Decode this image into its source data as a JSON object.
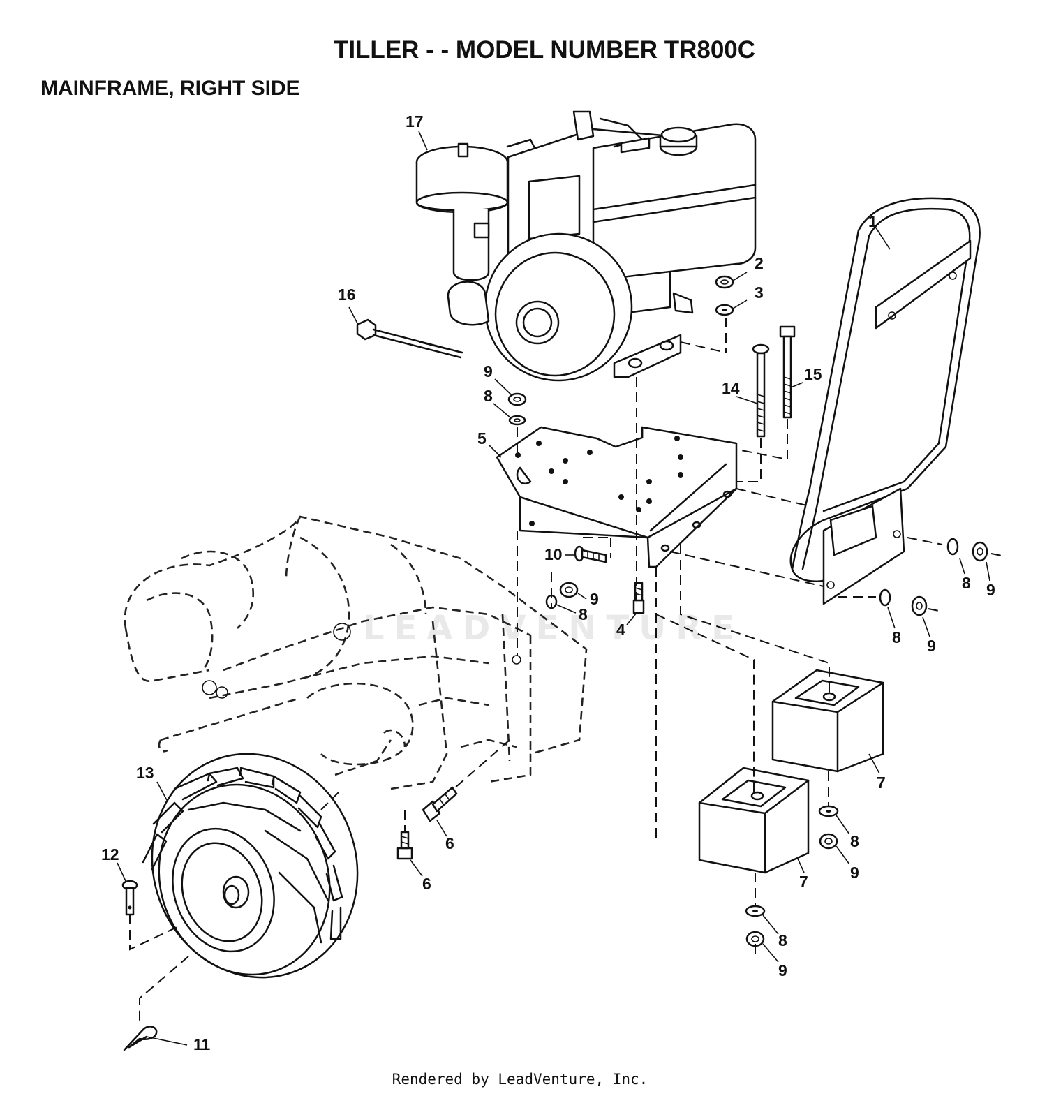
{
  "header": {
    "title": "TILLER - - MODEL NUMBER TR800C",
    "subtitle": "MAINFRAME, RIGHT SIDE"
  },
  "footer": {
    "text": "Rendered by LeadVenture, Inc."
  },
  "watermark": {
    "text": "LEADVENTURE"
  },
  "callouts": {
    "c1": "1",
    "c2": "2",
    "c3": "3",
    "c4": "4",
    "c5": "5",
    "c6a": "6",
    "c6b": "6",
    "c7a": "7",
    "c7b": "7",
    "c8a": "8",
    "c8b": "8",
    "c8c": "8",
    "c8d": "8",
    "c8e": "8",
    "c8f": "8",
    "c9a": "9",
    "c9b": "9",
    "c9c": "9",
    "c9d": "9",
    "c9e": "9",
    "c9f": "9",
    "c10": "10",
    "c11": "11",
    "c12": "12",
    "c13": "13",
    "c14": "14",
    "c15": "15",
    "c16": "16",
    "c17": "17"
  }
}
